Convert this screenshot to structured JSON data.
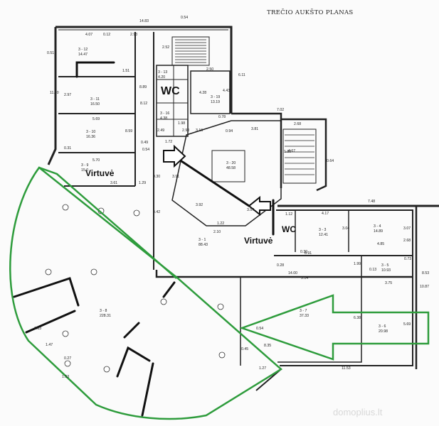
{
  "plan": {
    "title": "TREČIO AUKŠTO PLANAS",
    "watermark": "domoplius.lt",
    "room_labels": [
      {
        "id": "3 - 12",
        "area": "14.47"
      },
      {
        "id": "3 - 11",
        "area": "16.50"
      },
      {
        "id": "3 - 10",
        "area": "16.36"
      },
      {
        "id": "3 - 9",
        "area": "15.0"
      },
      {
        "id": "3 - 13",
        "area": "4.20"
      },
      {
        "id": "3 - 16",
        "area": "4.38"
      },
      {
        "id": "3 - 19",
        "area": "13.19"
      },
      {
        "id": "3 - 20",
        "area": "48.58"
      },
      {
        "id": "3 - 1",
        "area": "88.43"
      },
      {
        "id": "3 - 3",
        "area": "12.41"
      },
      {
        "id": "3 - 4",
        "area": "14.89"
      },
      {
        "id": "3 - 5",
        "area": "10.93"
      },
      {
        "id": "3 - 6",
        "area": "20.98"
      },
      {
        "id": "3 - 7",
        "area": "37.33"
      },
      {
        "id": "3 - 8",
        "area": "228.31"
      }
    ],
    "annotations": {
      "wc_top": "WC",
      "wc_right": "WC",
      "virtuve_left": "Virtuvė",
      "virtuve_right": "Virtuvė"
    },
    "dimensions": [
      "14.83",
      "0.54",
      "4.07",
      "0.12",
      "2.93",
      "0.51",
      "2.52",
      "2.50",
      "6.11",
      "11.00",
      "2.97",
      "1.51",
      "8.89",
      "4.28",
      "4.43",
      "7.02",
      "5.69",
      "8.12",
      "0.78",
      "3.81",
      "2.68",
      "0.94",
      "8.59",
      "2.49",
      "2.90",
      "3.16",
      "1.98",
      "0.49",
      "0.31",
      "5.70",
      "1.72",
      "0.54",
      "4.67",
      "1.80",
      "0.64",
      "3.61",
      "1.29",
      "0.30",
      "3.91",
      "3.92",
      "7.48",
      "4.42",
      "1.22",
      "2.10",
      "3.57",
      "1.12",
      "4.17",
      "3.04",
      "3.07",
      "4.85",
      "2.68",
      "8.91",
      "0.30",
      "0.28",
      "14.00",
      "1.99",
      "0.13",
      "3.75",
      "0.73",
      "9.14",
      "8.53",
      "10.87",
      "6.38",
      "5.69",
      "0.54",
      "0.45",
      "8.35",
      "1.47",
      "1.83",
      "1.53",
      "1.27",
      "11.53",
      "0.27"
    ],
    "colors": {
      "walls": "#222222",
      "highlight": "#2e9c3c",
      "marks": "#111111"
    }
  }
}
